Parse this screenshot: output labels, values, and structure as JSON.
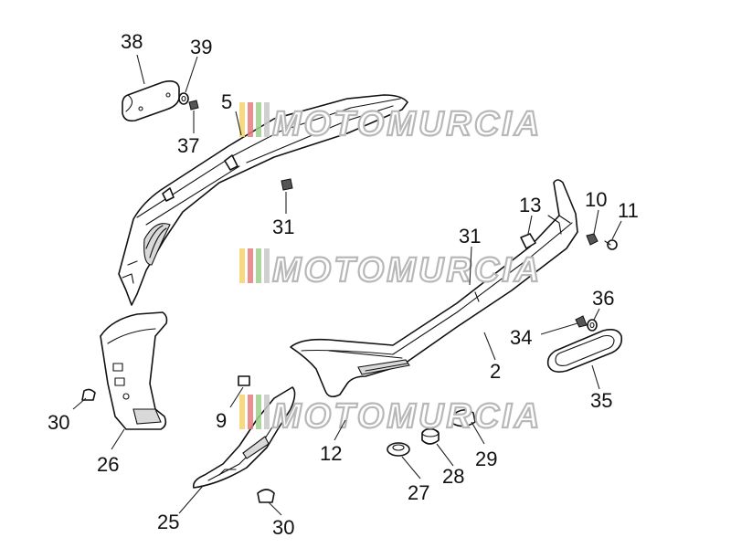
{
  "watermark": {
    "text": "MOTOMURCIA",
    "bar_colors": [
      "#f4d36b",
      "#e87a7a",
      "#9ecf8a",
      "#c8c8c8"
    ]
  },
  "callouts": [
    {
      "id": "c38",
      "label": "38"
    },
    {
      "id": "c39",
      "label": "39"
    },
    {
      "id": "c37",
      "label": "37"
    },
    {
      "id": "c5",
      "label": "5"
    },
    {
      "id": "c31a",
      "label": "31"
    },
    {
      "id": "c31b",
      "label": "31"
    },
    {
      "id": "c13",
      "label": "13"
    },
    {
      "id": "c10",
      "label": "10"
    },
    {
      "id": "c11",
      "label": "11"
    },
    {
      "id": "c36",
      "label": "36"
    },
    {
      "id": "c34",
      "label": "34"
    },
    {
      "id": "c2",
      "label": "2"
    },
    {
      "id": "c35",
      "label": "35"
    },
    {
      "id": "c30a",
      "label": "30"
    },
    {
      "id": "c26",
      "label": "26"
    },
    {
      "id": "c9",
      "label": "9"
    },
    {
      "id": "c12",
      "label": "12"
    },
    {
      "id": "c29",
      "label": "29"
    },
    {
      "id": "c28",
      "label": "28"
    },
    {
      "id": "c27",
      "label": "27"
    },
    {
      "id": "c25",
      "label": "25"
    },
    {
      "id": "c30b",
      "label": "30"
    }
  ]
}
